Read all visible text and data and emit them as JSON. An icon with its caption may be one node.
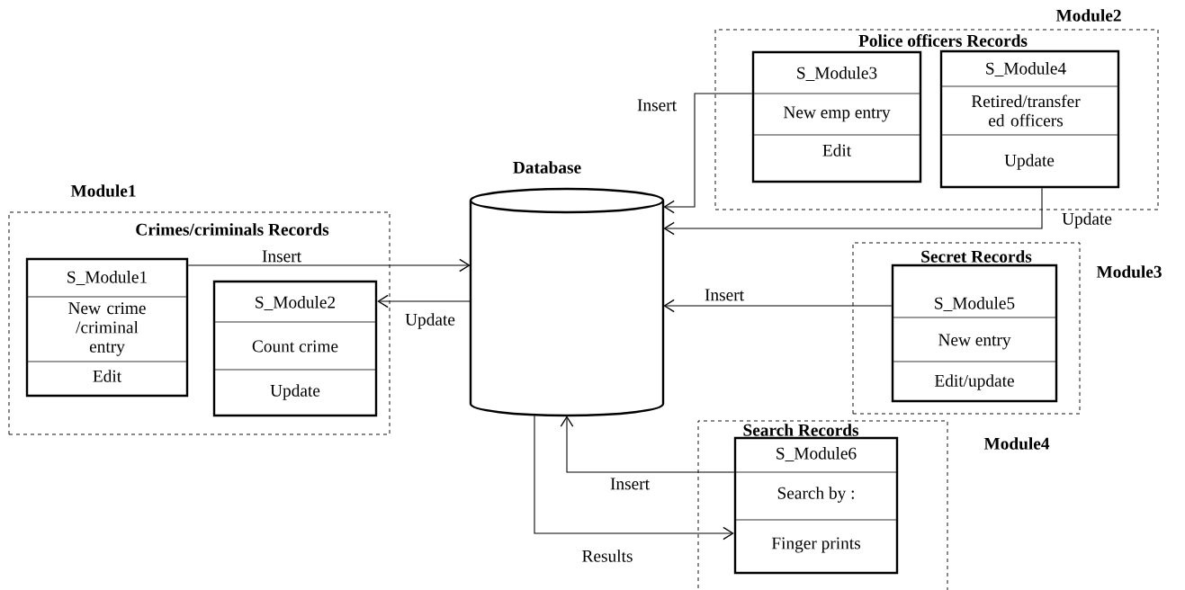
{
  "diagram": {
    "nodes": [
      {
        "text": [
          "Module1",
          "Crimes/criminals Records"
        ]
      },
      {
        "text": [
          "S_Module1",
          "New crime /criminal entry",
          "Edit"
        ],
        "in": 0
      },
      {
        "text": [
          "S_Module2",
          "Count crime",
          "Update"
        ],
        "in": 0
      },
      {
        "text": [
          "Database"
        ]
      },
      {
        "text": [
          "Module2",
          "Police officers Records"
        ]
      },
      {
        "text": [
          "S_Module3",
          "New emp entry",
          "Edit"
        ],
        "in": 4
      },
      {
        "text": [
          "S_Module4",
          "Retired/transfer ed officers",
          "Update"
        ],
        "in": 4
      },
      {
        "text": [
          "Secret Records",
          "Module3"
        ]
      },
      {
        "text": [
          "S_Module5",
          "New entry",
          "Edit/update"
        ],
        "in": 7
      },
      {
        "text": [
          "Search Records",
          "Module4"
        ]
      },
      {
        "text": [
          "S_Module6",
          "Search by :",
          "Finger prints"
        ],
        "in": 9
      }
    ],
    "edges": [
      {
        "from": 1,
        "to": 3,
        "arrow": "to",
        "label": "Insert"
      },
      {
        "from": 3,
        "to": 2,
        "arrow": "to",
        "label": "Update"
      },
      {
        "from": 5,
        "to": 3,
        "arrow": "to",
        "label": "Insert"
      },
      {
        "from": 6,
        "to": 3,
        "arrow": "to",
        "label": "Update"
      },
      {
        "from": 8,
        "to": 3,
        "arrow": "to",
        "label": "Insert"
      },
      {
        "from": 10,
        "to": 3,
        "arrow": "to",
        "label": "Insert"
      },
      {
        "from": 3,
        "to": 10,
        "arrow": "to",
        "label": "Results"
      }
    ]
  }
}
